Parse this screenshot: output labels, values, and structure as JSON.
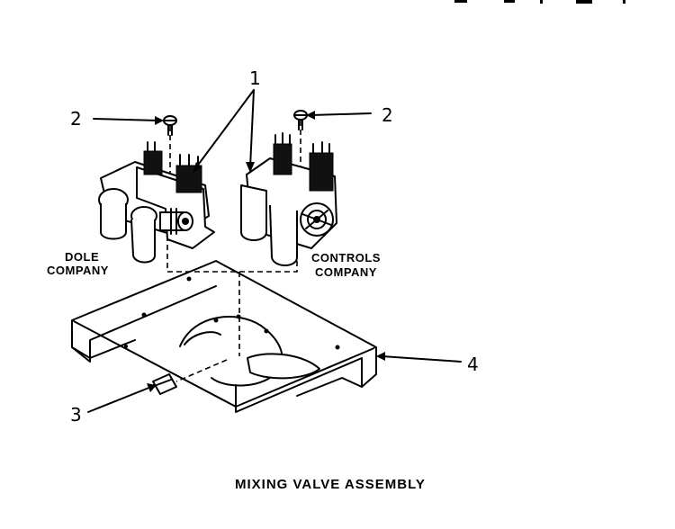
{
  "callouts": {
    "valve": "1",
    "screw_left": "2",
    "screw_right": "2",
    "clip": "3",
    "bracket": "4"
  },
  "labels": {
    "dole_line1": "DOLE",
    "dole_line2": "COMPANY",
    "controls_line1": "CONTROLS",
    "controls_line2": "COMPANY"
  },
  "title": "MIXING VALVE ASSEMBLY"
}
